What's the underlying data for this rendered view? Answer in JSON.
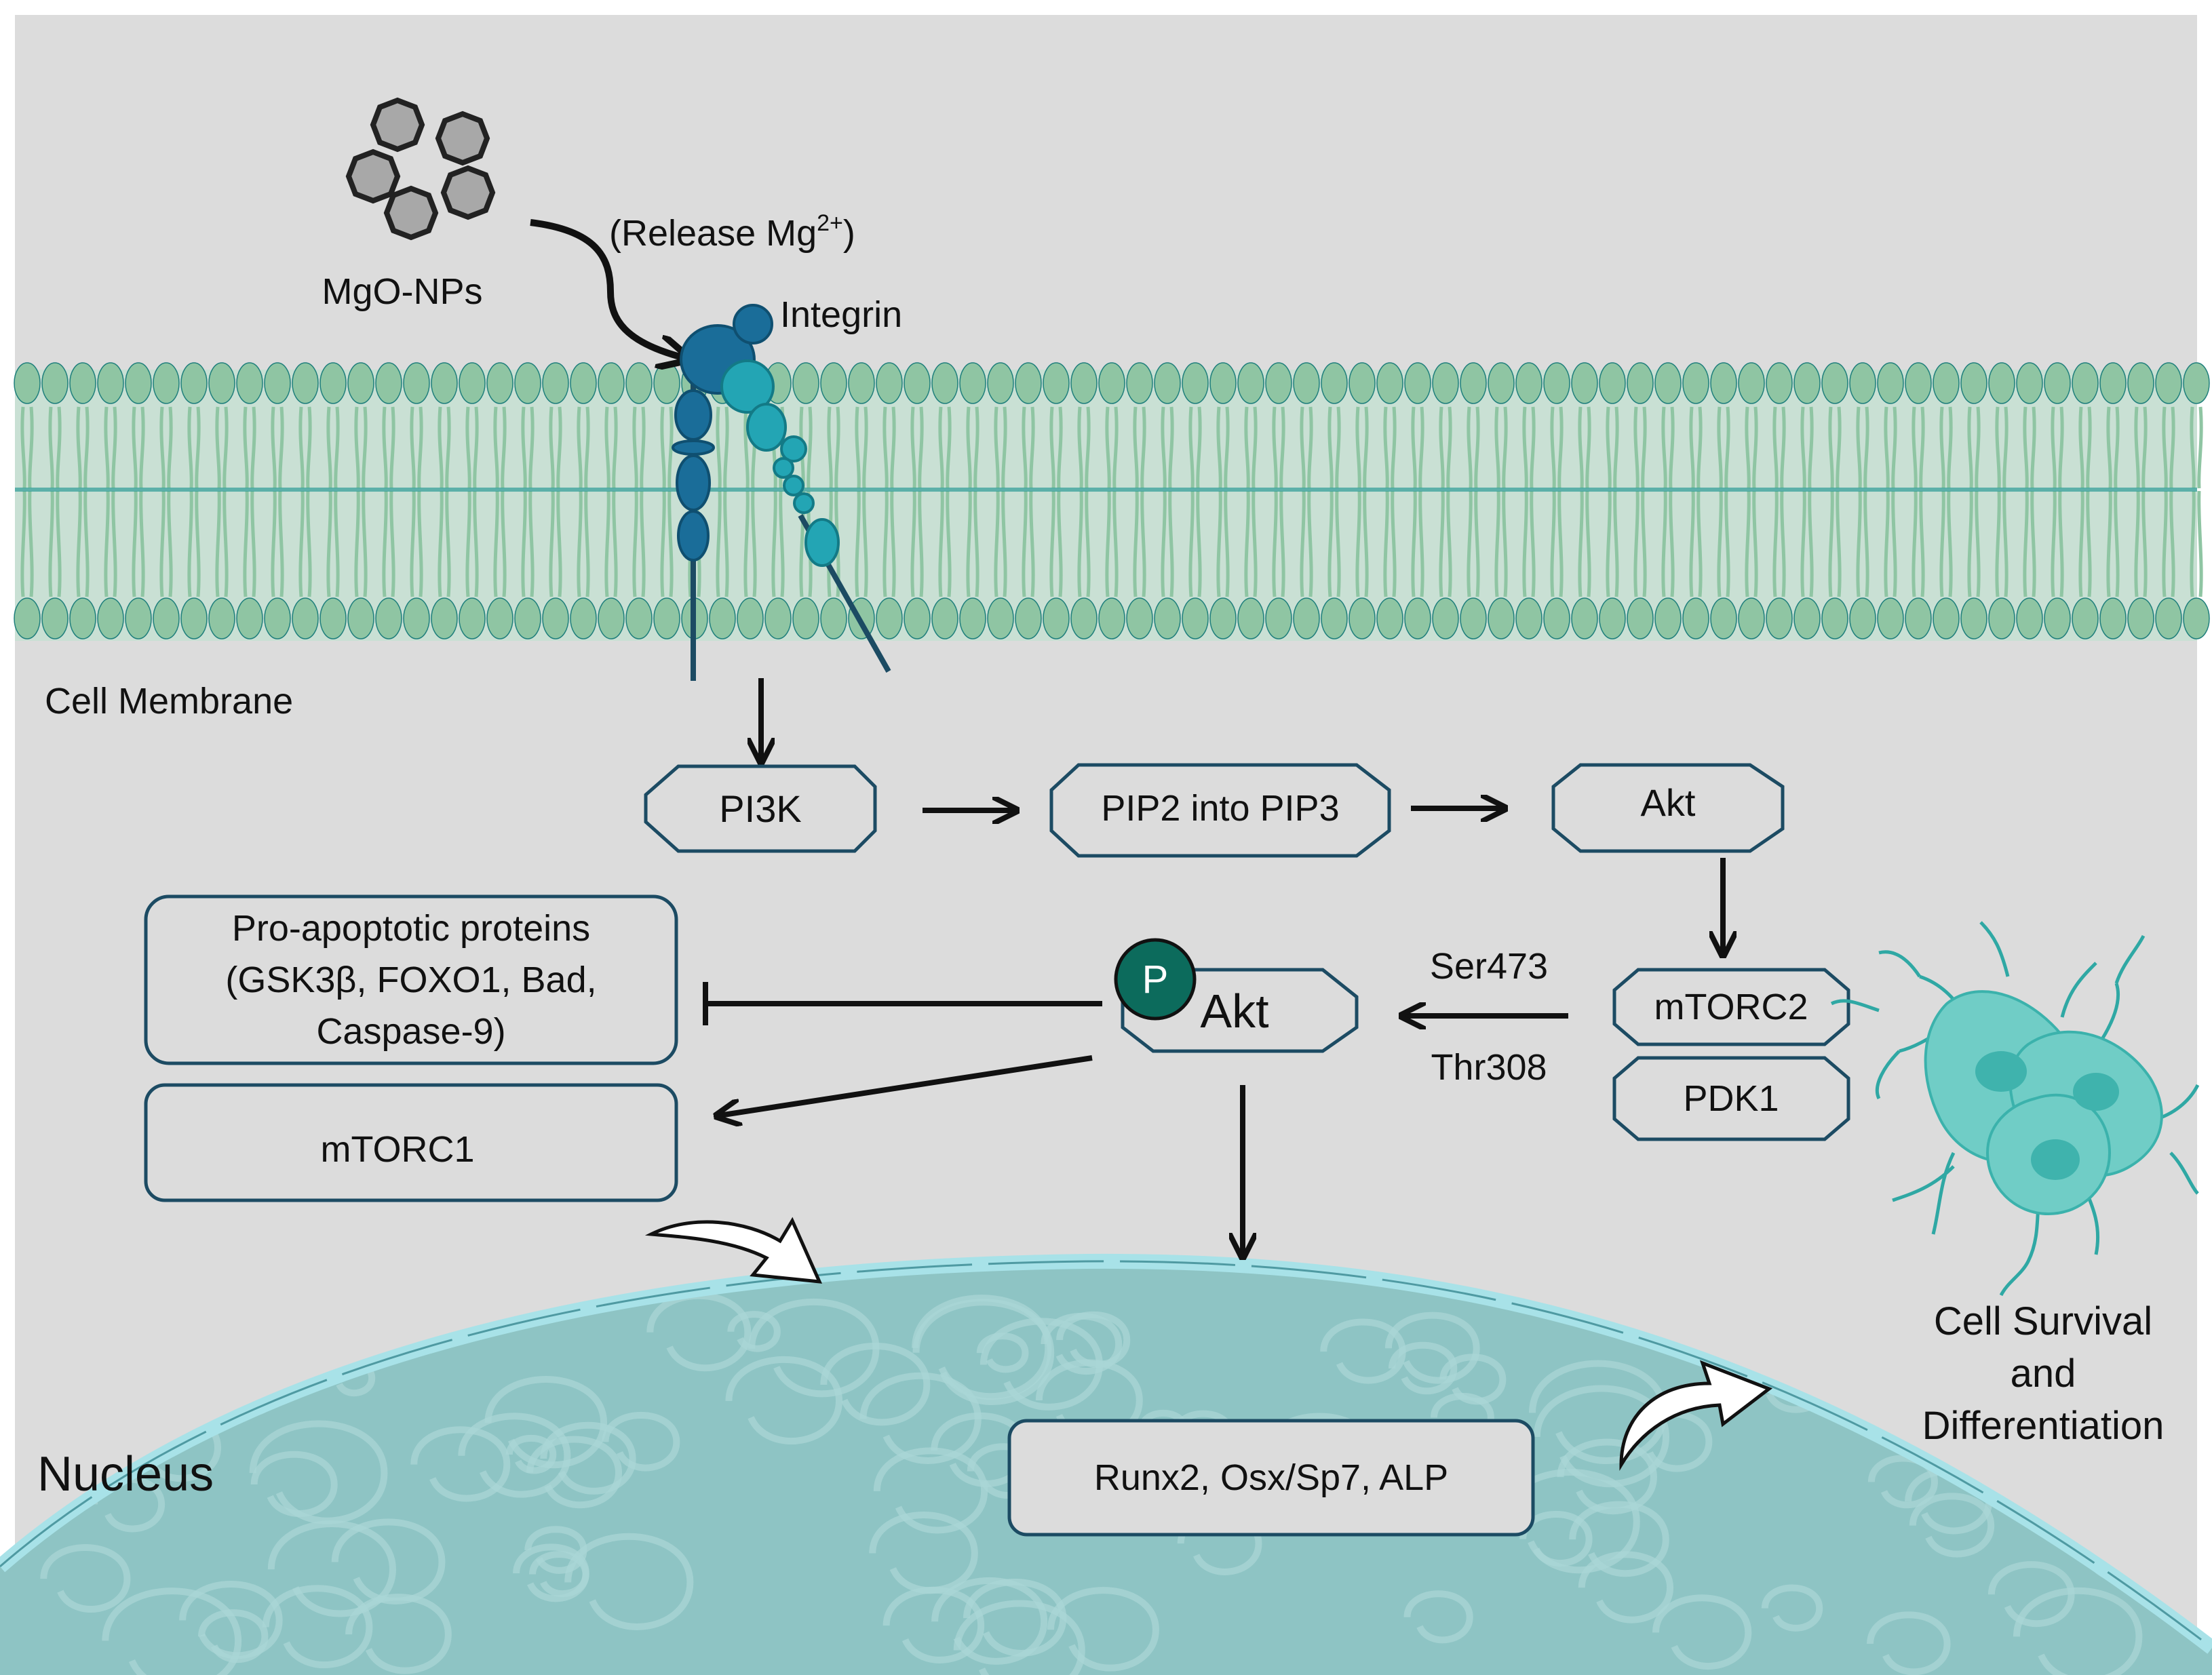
{
  "labels": {
    "mgo_nps": "MgO-NPs",
    "release": "(Release Mg",
    "release_sup": "2+",
    "release_close": ")",
    "integrin": "Integrin",
    "cell_membrane": "Cell Membrane",
    "ser473": "Ser473",
    "thr308": "Thr308",
    "phospho": "P",
    "nucleus": "Nucleus",
    "cell_survival_1": "Cell Survival",
    "cell_survival_2": "and",
    "cell_survival_3": "Differentiation"
  },
  "nodes": {
    "pi3k": "PI3K",
    "pip": "PIP2 into PIP3",
    "akt": "Akt",
    "mtorc2": "mTORC2",
    "pdk1": "PDK1",
    "p_akt": "Akt",
    "pro_apoptotic_1": "Pro-apoptotic proteins",
    "pro_apoptotic_2": "(GSK3β, FOXO1, Bad,",
    "pro_apoptotic_3": "Caspase-9)",
    "mtorc1": "mTORC1",
    "genes": "Runx2, Osx/Sp7, ALP"
  },
  "colors": {
    "background": "#dcdcdc",
    "membrane": "#8fc5a3",
    "membrane_edge": "#1f7f7c",
    "integrin_dark": "#1a6d99",
    "integrin_light": "#23a5b4",
    "node_stroke": "#1c4b63",
    "phospho": "#0c6b5c",
    "nucleus": "#8ec4c4",
    "nucleus_rim": "#a8e2e8",
    "cell": "#70cdc6",
    "nanoparticle": "#a8a8a8"
  }
}
